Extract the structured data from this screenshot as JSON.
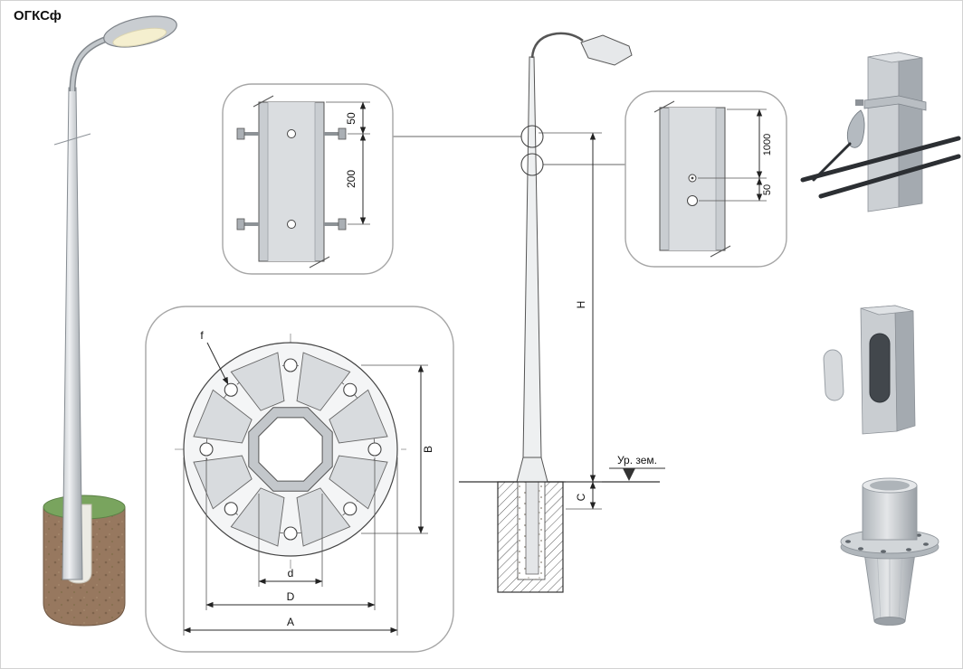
{
  "title": "ОГКСф",
  "detail_top": {
    "dim_50": "50",
    "dim_200": "200"
  },
  "detail_right": {
    "dim_1000": "1000",
    "dim_50": "50"
  },
  "flange": {
    "dim_f": "f",
    "dim_B": "B",
    "dim_d": "d",
    "dim_D": "D",
    "dim_A": "A"
  },
  "elevation": {
    "dim_H": "H",
    "dim_C": "C",
    "ground_label": "Ур. зем."
  },
  "colors": {
    "pole_gray": "#c9cdd1",
    "outline": "#444444",
    "callout_border": "#a6a6a6",
    "foundation_brown": "#97785f",
    "grass_green": "#79a45e",
    "cable_dark": "#2c2f33",
    "lamp_glow": "#f5efcf"
  }
}
